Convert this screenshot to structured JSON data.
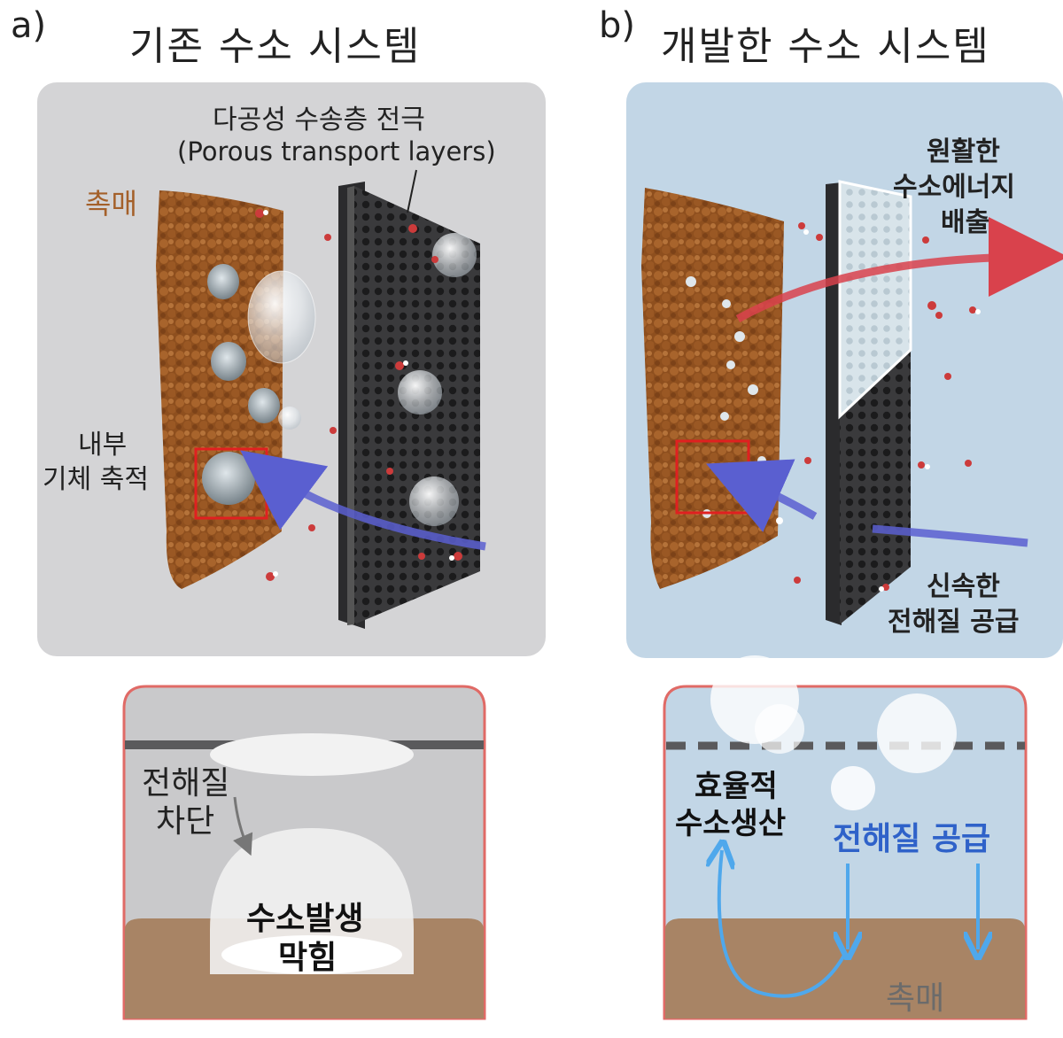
{
  "panel_a": {
    "letter": "a)",
    "title": "기존 수소 시스템",
    "ptl_label_ko": "다공성 수송층 전극",
    "ptl_label_en": "(Porous transport layers)",
    "catalyst_label": "촉매",
    "gas_label_line1": "내부",
    "gas_label_line2": "기체 축적",
    "detail": {
      "blocked_line1": "전해질",
      "blocked_line2": "차단",
      "bubble_line1": "수소발생",
      "bubble_line2": "막힘"
    }
  },
  "panel_b": {
    "letter": "b)",
    "title": "개발한 수소 시스템",
    "release_line1": "원활한",
    "release_line2": "수소에너지",
    "release_line3": "배출",
    "supply_line1": "신속한",
    "supply_line2": "전해질 공급",
    "detail": {
      "efficient_line1": "효율적",
      "efficient_line2": "수소생산",
      "supply_label": "전해질 공급",
      "catalyst_label": "촉매"
    }
  },
  "colors": {
    "panel_a_bg": "#d4d4d6",
    "panel_b_bg": "#c2d6e6",
    "catalyst": "#9c5a26",
    "detail_border": "#e06a66",
    "blue_arrow": "#5a5fd0",
    "red_arrow": "#d9424c",
    "supply_text": "#2f62c9",
    "cyan_arrow": "#4fa8ec"
  }
}
